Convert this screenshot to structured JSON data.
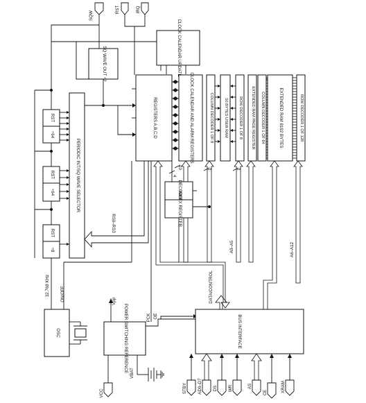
{
  "pins": {
    "sqw": "SQW",
    "rst": "RST",
    "irq": "IRQ",
    "vcc": "VCC",
    "vbat": "VBAT",
    "stby": "STBY",
    "ad": "AD0–D7",
    "ds": "DS",
    "wr": "WR",
    "as": "AS",
    "ce": "CE",
    "xram": "XRAM",
    "khz": "32.768 KHz",
    "vpp": "Vpp"
  },
  "blocks": {
    "clock_update": "CLOCK CALENDAR UPDATE",
    "sq_wave": "SQ WAVE OUT ÷2",
    "registers": "REGISTERS A,B,C,D",
    "clock_alarm": "CLOCK CALENDAR AND ALARM REGISTERS",
    "column_dec_8": "COLUMN DECODER 1 OF 8",
    "user_ram": "50 BYTES USER RAM",
    "row_dec_8": "ROW DECODER 1 OF 8",
    "ext_page_reg": "EXTENDED RAM PAGE REGISTER",
    "column_dec_64": "COLUMN DECODER 1 OF 64",
    "ext_ram": "EXTENDED RAM 8192 BYTES",
    "row_dec_128": "ROW DECODER 1 OF 128",
    "pis_selector": "PERIODIC INT/SQ WAVE SELECTOR",
    "div64_top": "÷64",
    "div64_mid": "÷64",
    "div8": "÷8",
    "rst1": "RST",
    "rst2": "RST",
    "rst3": "RST",
    "osc": "OSC",
    "power": "POWER SWITCHING REFERENCE",
    "bus_interface": "BUS INTERFACE",
    "decoder": "DECODER",
    "index_reg": "INDEX REGISTER"
  },
  "labels": {
    "onoff": "ON/OFF",
    "rs": "RS0–RS3",
    "pck": "PCK",
    "oe": "OE",
    "data_control": "DATA/CONTROL",
    "a0_a5": "A0–A5",
    "a6_a12": "A6–A12",
    "bus_a4": "4",
    "bus_a10": "10",
    "bus_a3a": "3",
    "bus_a3b": "3"
  }
}
